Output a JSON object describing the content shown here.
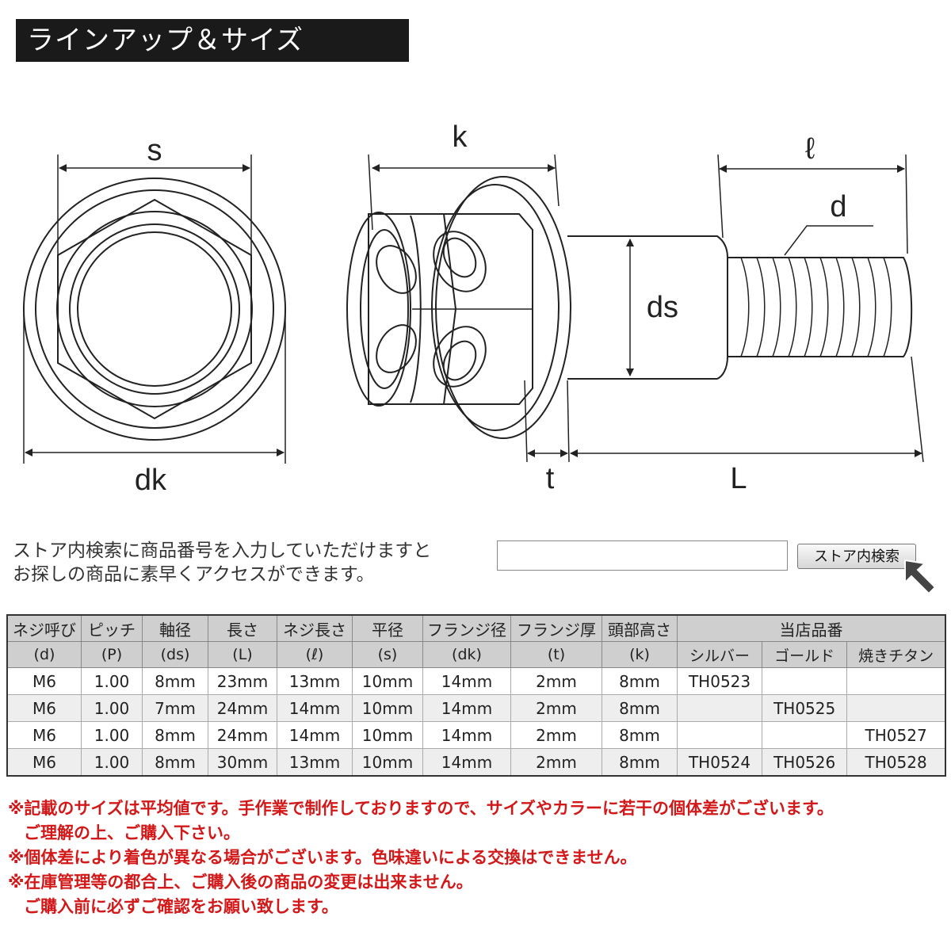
{
  "header": {
    "title": "ラインアップ＆サイズ"
  },
  "diagram": {
    "labels": {
      "s": "s",
      "dk": "dk",
      "k": "k",
      "ell": "ℓ",
      "d": "d",
      "ds": "ds",
      "t": "t",
      "L": "L"
    }
  },
  "search": {
    "line1": "ストア内検索に商品番号を入力していただけますと",
    "line2": "お探しの商品に素早くアクセスができます。",
    "input_value": "",
    "input_placeholder": "",
    "button_label": "ストア内検索"
  },
  "table": {
    "headers_top": [
      "ネジ呼び",
      "ピッチ",
      "軸径",
      "長さ",
      "ネジ長さ",
      "平径",
      "フランジ径",
      "フランジ厚",
      "頭部高さ"
    ],
    "headers_sub": [
      "(d)",
      "(P)",
      "(ds)",
      "(L)",
      "(ℓ)",
      "(s)",
      "(dk)",
      "(t)",
      "(k)"
    ],
    "group_header": "当店品番",
    "group_subheaders": [
      "シルバー",
      "ゴールド",
      "焼きチタン"
    ],
    "rows": [
      [
        "M6",
        "1.00",
        "8mm",
        "23mm",
        "13mm",
        "10mm",
        "14mm",
        "2mm",
        "8mm",
        "TH0523",
        "",
        ""
      ],
      [
        "M6",
        "1.00",
        "7mm",
        "24mm",
        "14mm",
        "10mm",
        "14mm",
        "2mm",
        "8mm",
        "",
        "TH0525",
        ""
      ],
      [
        "M6",
        "1.00",
        "8mm",
        "24mm",
        "14mm",
        "10mm",
        "14mm",
        "2mm",
        "8mm",
        "",
        "",
        "TH0527"
      ],
      [
        "M6",
        "1.00",
        "8mm",
        "30mm",
        "13mm",
        "10mm",
        "14mm",
        "2mm",
        "8mm",
        "TH0524",
        "TH0526",
        "TH0528"
      ]
    ]
  },
  "notes": {
    "line1": "※記載のサイズは平均値です。手作業で制作しておりますので、サイズやカラーに若干の個体差がございます。",
    "line2": "ご理解の上、ご購入下さい。",
    "line3": "※個体差により着色が異なる場合がございます。色味違いによる交換はできません。",
    "line4": "※在庫管理等の都合上、ご購入後の商品の変更は出来ません。",
    "line5": "ご購入前に必ずご確認をお願い致します。"
  },
  "colors": {
    "note_red": "#d21818",
    "header_bg": "#1a1a1a",
    "table_header_bg": "#cfcfcf"
  }
}
